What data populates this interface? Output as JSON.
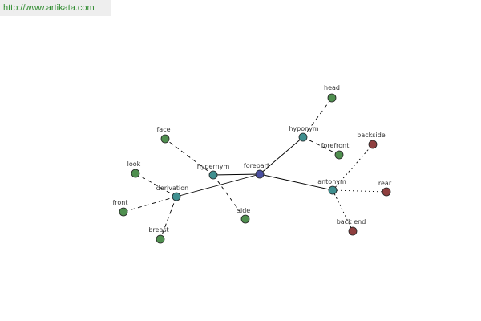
{
  "site_url": "http://www.artikata.com",
  "colors": {
    "center": "#4a4fa0",
    "relation": "#3f8f8f",
    "synonym_term": "#4f8f4f",
    "antonym_term": "#8f3f3f"
  },
  "graph": {
    "center": {
      "id": "forepart",
      "label": "forepart"
    },
    "relations": [
      {
        "id": "hypernym",
        "label": "hypernym"
      },
      {
        "id": "hyponym",
        "label": "hyponym"
      },
      {
        "id": "antonym",
        "label": "antonym"
      },
      {
        "id": "derivation",
        "label": "derivation"
      }
    ],
    "terms": [
      {
        "id": "face",
        "label": "face",
        "relation": "hypernym",
        "kind": "synonym_term"
      },
      {
        "id": "side",
        "label": "side",
        "relation": "hypernym",
        "kind": "synonym_term"
      },
      {
        "id": "head",
        "label": "head",
        "relation": "hyponym",
        "kind": "synonym_term"
      },
      {
        "id": "forefront",
        "label": "forefront",
        "relation": "hyponym",
        "kind": "synonym_term"
      },
      {
        "id": "backside",
        "label": "backside",
        "relation": "antonym",
        "kind": "antonym_term"
      },
      {
        "id": "rear",
        "label": "rear",
        "relation": "antonym",
        "kind": "antonym_term"
      },
      {
        "id": "back-end",
        "label": "back end",
        "relation": "antonym",
        "kind": "antonym_term"
      },
      {
        "id": "look",
        "label": "look",
        "relation": "derivation",
        "kind": "synonym_term"
      },
      {
        "id": "front",
        "label": "front",
        "relation": "derivation",
        "kind": "synonym_term"
      },
      {
        "id": "breast",
        "label": "breast",
        "relation": "derivation",
        "kind": "synonym_term"
      }
    ]
  }
}
